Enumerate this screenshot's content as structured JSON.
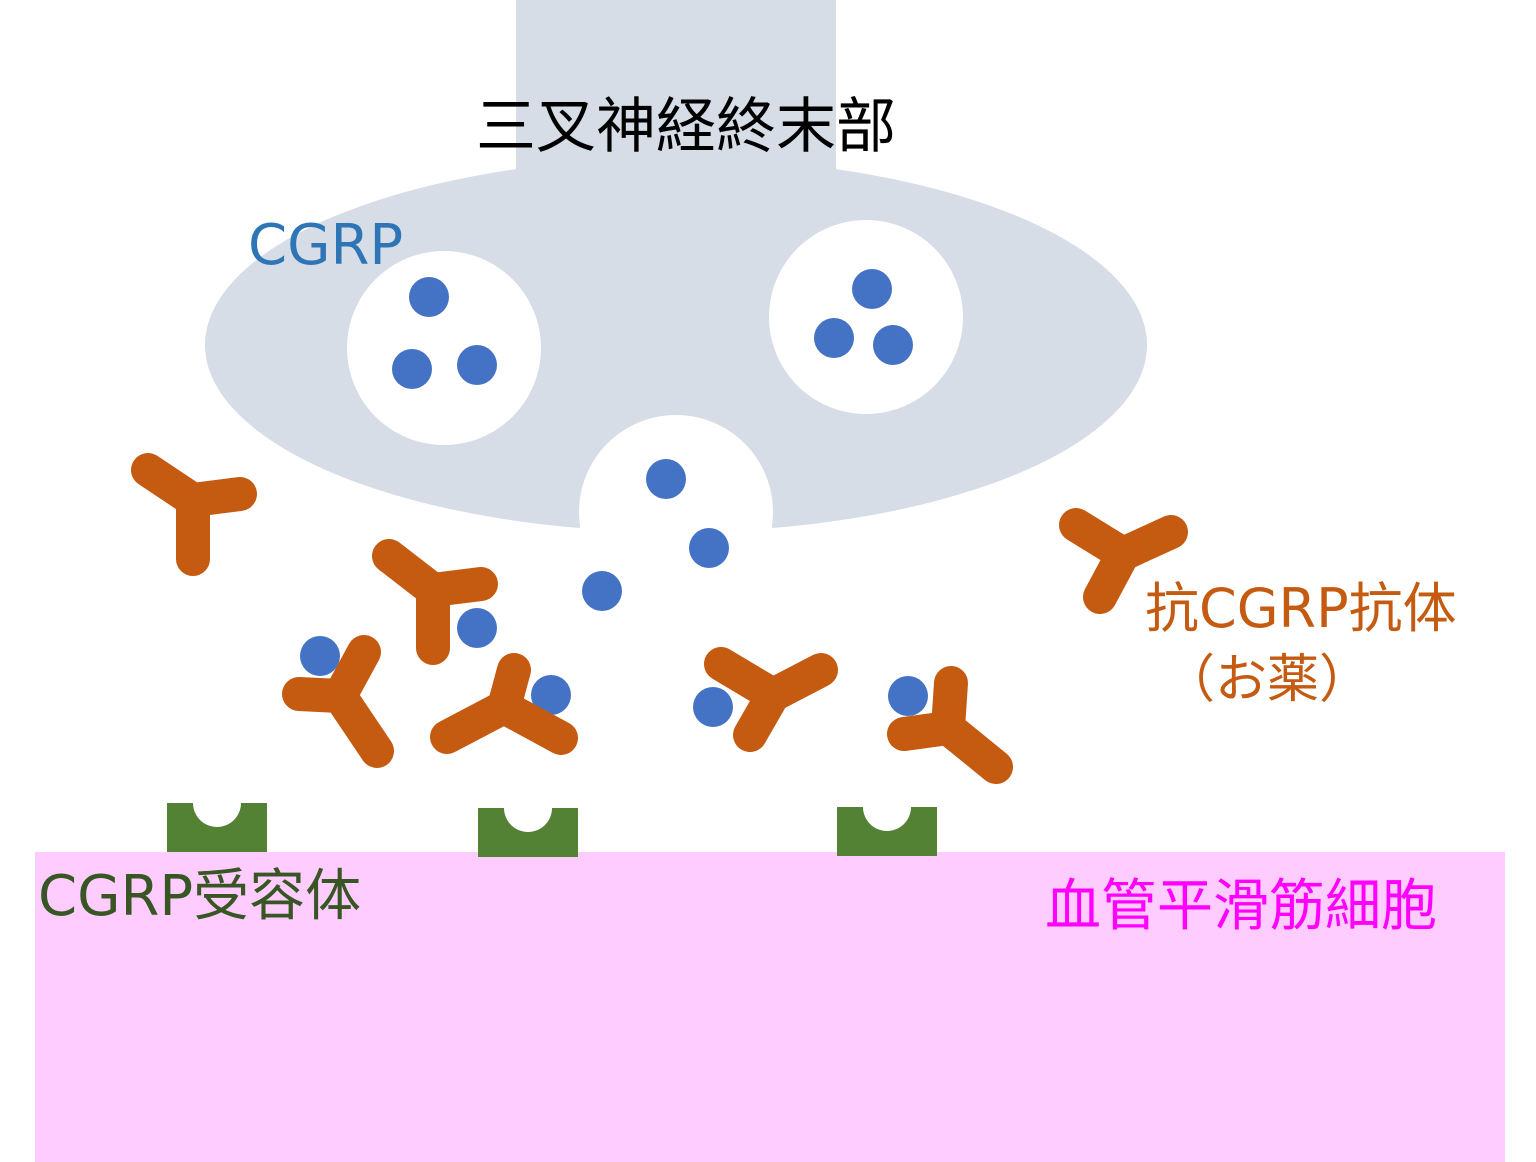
{
  "labels": {
    "nerve_terminal": "三叉神経終末部",
    "cgrp": "CGRP",
    "antibody_line1": "抗CGRP抗体",
    "antibody_line2": "（お薬）",
    "receptor": "CGRP受容体",
    "muscle_cell": "血管平滑筋細胞"
  },
  "colors": {
    "nerve": "#d6dde7",
    "cgrp_dot": "#4472c4",
    "antibody": "#c55a11",
    "receptor": "#548235",
    "muscle": "#ffccff",
    "label_nerve": "#000000",
    "label_cgrp": "#2e75b6",
    "label_antibody": "#c55a11",
    "label_receptor": "#375623",
    "label_muscle": "#ff00ff"
  }
}
